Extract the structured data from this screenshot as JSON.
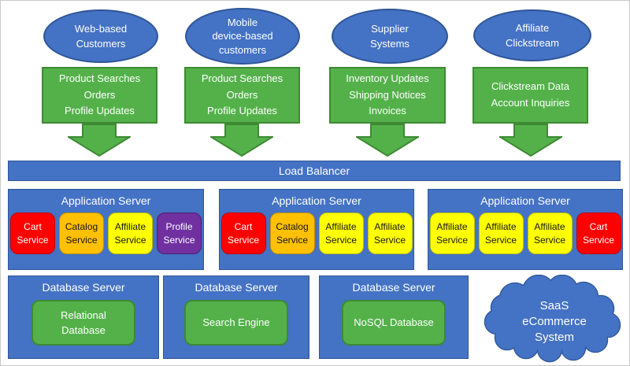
{
  "palette": {
    "blue": "#4472C4",
    "blue_border": "#2F5597",
    "green": "#54B14A",
    "green_border": "#3D8A33",
    "red": "#FF0000",
    "orange": "#FFC000",
    "yellow": "#FFFF00",
    "purple": "#7030A0",
    "text_light": "#FFFFFF",
    "text_dark": "#161616"
  },
  "sources": [
    {
      "name": "Web-based Customers",
      "label_lines": [
        "Web-based",
        "Customers"
      ],
      "messages": [
        "Product Searches",
        "Orders",
        "Profile Updates"
      ]
    },
    {
      "name": "Mobile device-based customers",
      "label_lines": [
        "Mobile",
        "device-based",
        "customers"
      ],
      "messages": [
        "Product Searches",
        "Orders",
        "Profile Updates"
      ]
    },
    {
      "name": "Supplier Systems",
      "label_lines": [
        "Supplier",
        "Systems"
      ],
      "messages": [
        "Inventory Updates",
        "Shipping Notices",
        "Invoices"
      ]
    },
    {
      "name": "Affiliate Clickstream",
      "label_lines": [
        "Affiliate",
        "Clickstream"
      ],
      "messages": [
        "Clickstream Data",
        "Account Inquiries"
      ]
    }
  ],
  "load_balancer": {
    "label": "Load Balancer"
  },
  "app_servers": [
    {
      "title": "Application Server",
      "services": [
        {
          "name": "Cart Service",
          "lines": [
            "Cart",
            "Service"
          ],
          "color": "red"
        },
        {
          "name": "Catalog Service",
          "lines": [
            "Catalog",
            "Service"
          ],
          "color": "orange"
        },
        {
          "name": "Affiliate Service",
          "lines": [
            "Affiliate",
            "Service"
          ],
          "color": "yellow"
        },
        {
          "name": "Profile Service",
          "lines": [
            "Profile",
            "Service"
          ],
          "color": "purple"
        }
      ]
    },
    {
      "title": "Application Server",
      "services": [
        {
          "name": "Cart Service",
          "lines": [
            "Cart",
            "Service"
          ],
          "color": "red"
        },
        {
          "name": "Catalog Service",
          "lines": [
            "Catalog",
            "Service"
          ],
          "color": "orange"
        },
        {
          "name": "Affiliate Service",
          "lines": [
            "Affiliate",
            "Service"
          ],
          "color": "yellow"
        },
        {
          "name": "Affiliate Service",
          "lines": [
            "Affiliate",
            "Service"
          ],
          "color": "yellow"
        }
      ]
    },
    {
      "title": "Application Server",
      "services": [
        {
          "name": "Affiliate Service",
          "lines": [
            "Affiliate",
            "Service"
          ],
          "color": "yellow"
        },
        {
          "name": "Affiliate Service",
          "lines": [
            "Affiliate",
            "Service"
          ],
          "color": "yellow"
        },
        {
          "name": "Affiliate Service",
          "lines": [
            "Affiliate",
            "Service"
          ],
          "color": "yellow"
        },
        {
          "name": "Cart Service",
          "lines": [
            "Cart",
            "Service"
          ],
          "color": "red"
        }
      ]
    }
  ],
  "db_servers": [
    {
      "title": "Database Server",
      "database": "Relational Database",
      "database_lines": [
        "Relational",
        "Database"
      ]
    },
    {
      "title": "Database Server",
      "database": "Search Engine",
      "database_lines": [
        "Search Engine"
      ]
    },
    {
      "title": "Database Server",
      "database": "NoSQL Database",
      "database_lines": [
        "NoSQL Database"
      ]
    }
  ],
  "cloud": {
    "name": "SaaS eCommerce System",
    "label_lines": [
      "SaaS",
      "eCommerce",
      "System"
    ]
  }
}
